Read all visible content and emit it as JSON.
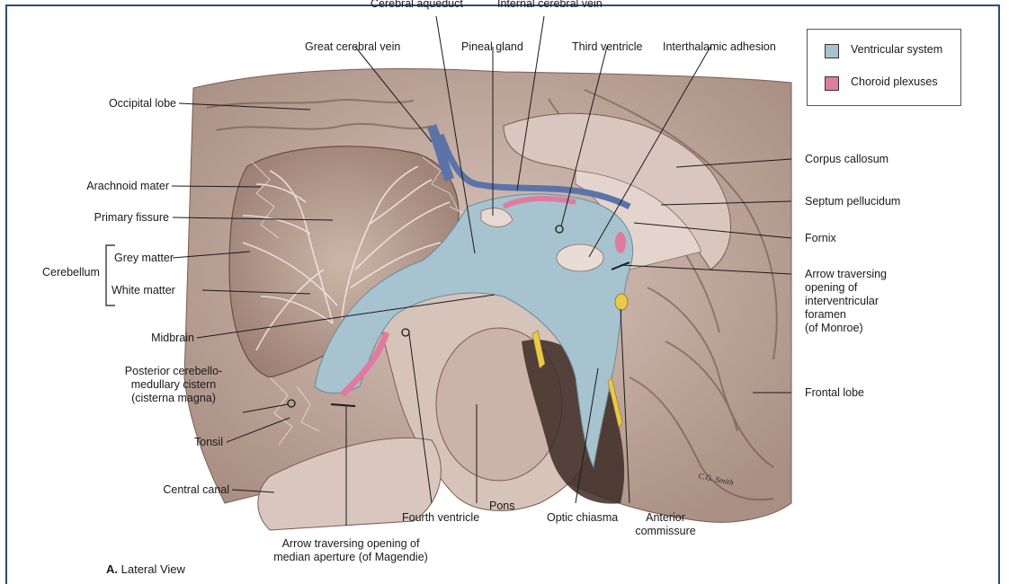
{
  "figure": {
    "caption_letter": "A.",
    "caption_title": "Lateral View",
    "signature": "C.G. Smith"
  },
  "legend": {
    "items": [
      {
        "label": "Ventricular system",
        "color": "#a7c3cf"
      },
      {
        "label": "Choroid plexuses",
        "color": "#e07ba0"
      }
    ]
  },
  "labels": {
    "cerebral_aqueduct": "Cerebral aqueduct",
    "internal_cerebral_vein": "Internal cerebral vein",
    "great_cerebral_vein": "Great cerebral vein",
    "pineal_gland": "Pineal gland",
    "third_ventricle": "Third ventricle",
    "interthalamic_adhesion": "Interthalamic adhesion",
    "occipital_lobe": "Occipital lobe",
    "arachnoid_mater": "Arachnoid mater",
    "primary_fissure": "Primary fissure",
    "cerebellum": "Cerebellum",
    "grey_matter": "Grey matter",
    "white_matter": "White matter",
    "midbrain": "Midbrain",
    "posterior_cistern": "Posterior cerebello-\nmedullary cistern\n(cisterna magna)",
    "tonsil": "Tonsil",
    "central_canal": "Central canal",
    "corpus_callosum": "Corpus callosum",
    "septum_pellucidum": "Septum pellucidum",
    "fornix": "Fornix",
    "arrow_monroe": "Arrow traversing\nopening of\ninterventricular\nforamen\n(of Monroe)",
    "frontal_lobe": "Frontal lobe",
    "pons": "Pons",
    "fourth_ventricle": "Fourth ventricle",
    "optic_chiasma": "Optic chiasma",
    "anterior_commissure": "Anterior\ncommissure",
    "arrow_magendie": "Arrow traversing opening of\nmedian aperture (of Magendie)"
  },
  "colors": {
    "tissue": "#c9b2a8",
    "tissue_dark": "#8a6a60",
    "ventricle": "#a7c3cf",
    "choroid": "#e07ba0",
    "vein": "#5b74a8",
    "leader": "#1a1a1a"
  }
}
